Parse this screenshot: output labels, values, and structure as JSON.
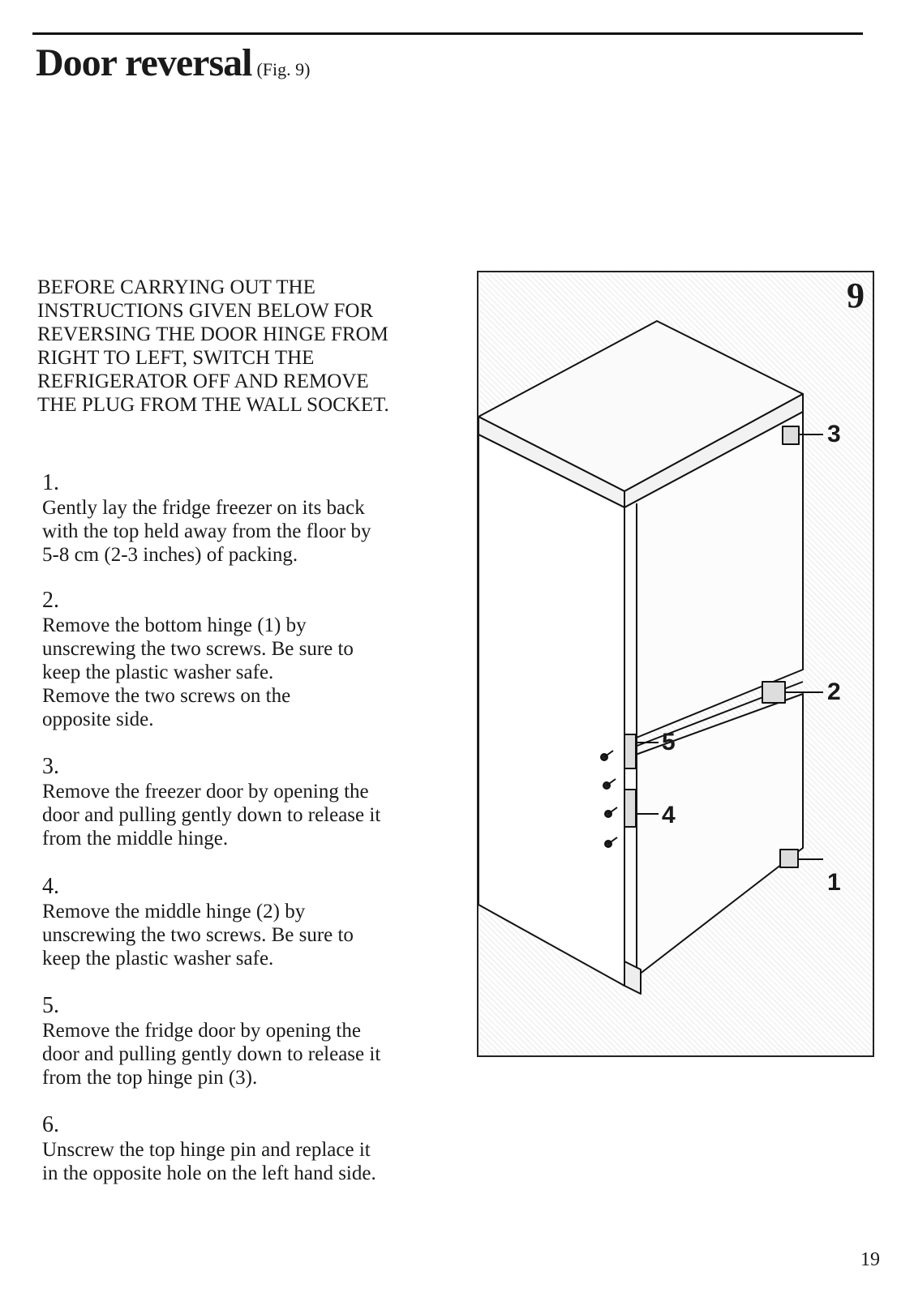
{
  "header": {
    "title": "Door reversal",
    "figure_ref": "(Fig. 9)"
  },
  "warning": {
    "lines": [
      "BEFORE CARRYING OUT THE",
      "INSTRUCTIONS GIVEN BELOW FOR",
      "REVERSING THE DOOR HINGE FROM",
      "RIGHT TO LEFT, SWITCH THE",
      "REFRIGERATOR OFF AND REMOVE",
      "THE PLUG FROM THE WALL SOCKET."
    ]
  },
  "steps": [
    {
      "number": "1.",
      "lines": [
        "Gently lay the fridge freezer on its back",
        "with the top held away from the floor by",
        "5-8 cm (2-3 inches) of packing."
      ]
    },
    {
      "number": "2.",
      "lines": [
        "Remove the bottom hinge (1) by",
        "unscrewing the two screws. Be sure to",
        "keep the plastic washer safe.",
        "Remove the two screws on the",
        "opposite side."
      ]
    },
    {
      "number": "3.",
      "lines": [
        "Remove the freezer door by opening the",
        "door and pulling gently down to release it",
        "from the middle hinge."
      ]
    },
    {
      "number": "4.",
      "lines": [
        "Remove the middle hinge (2) by",
        "unscrewing the two screws. Be sure to",
        "keep the plastic washer safe."
      ]
    },
    {
      "number": "5.",
      "lines": [
        "Remove the fridge door by opening the",
        "door and pulling gently down to release it",
        "from the top hinge pin (3)."
      ]
    },
    {
      "number": "6.",
      "lines": [
        "Unscrew the top hinge pin and replace it",
        "in the opposite hole on the left hand side."
      ]
    }
  ],
  "figure": {
    "number": "9",
    "callouts": [
      "1",
      "2",
      "3",
      "4",
      "5"
    ]
  },
  "footer": {
    "page_number": "19"
  }
}
